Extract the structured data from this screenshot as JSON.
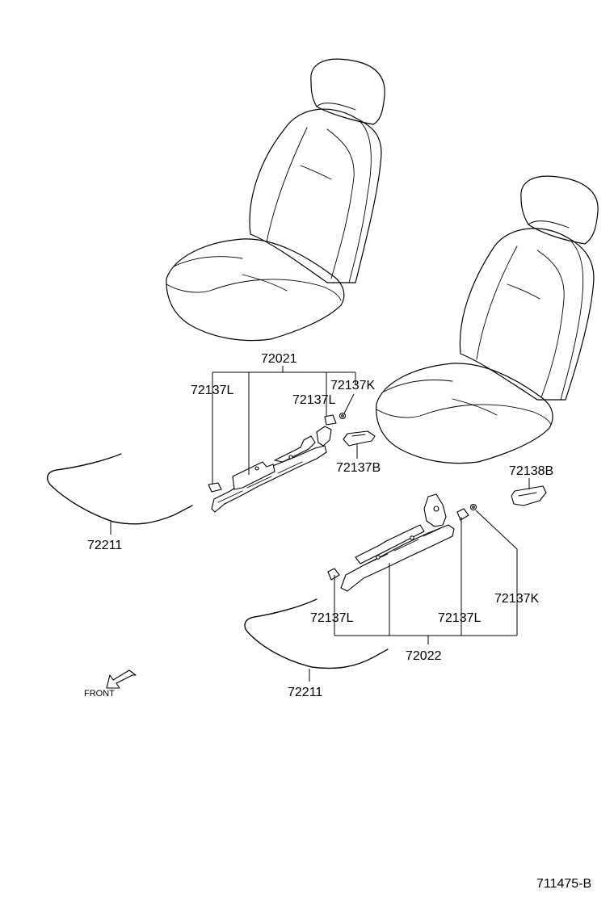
{
  "labels": {
    "assy_left": "72021",
    "assy_right": "72022",
    "cover_l_1": "72137L",
    "cover_l_2": "72137L",
    "cover_k_1": "72137K",
    "cover_b": "72137B",
    "cover_138b": "72138B",
    "wire_left": "72211",
    "wire_right": "72211",
    "cover_l_3": "72137L",
    "cover_l_4": "72137L",
    "cover_k_2": "72137K",
    "front": "FRONT",
    "diagram_id": "711475-B"
  }
}
